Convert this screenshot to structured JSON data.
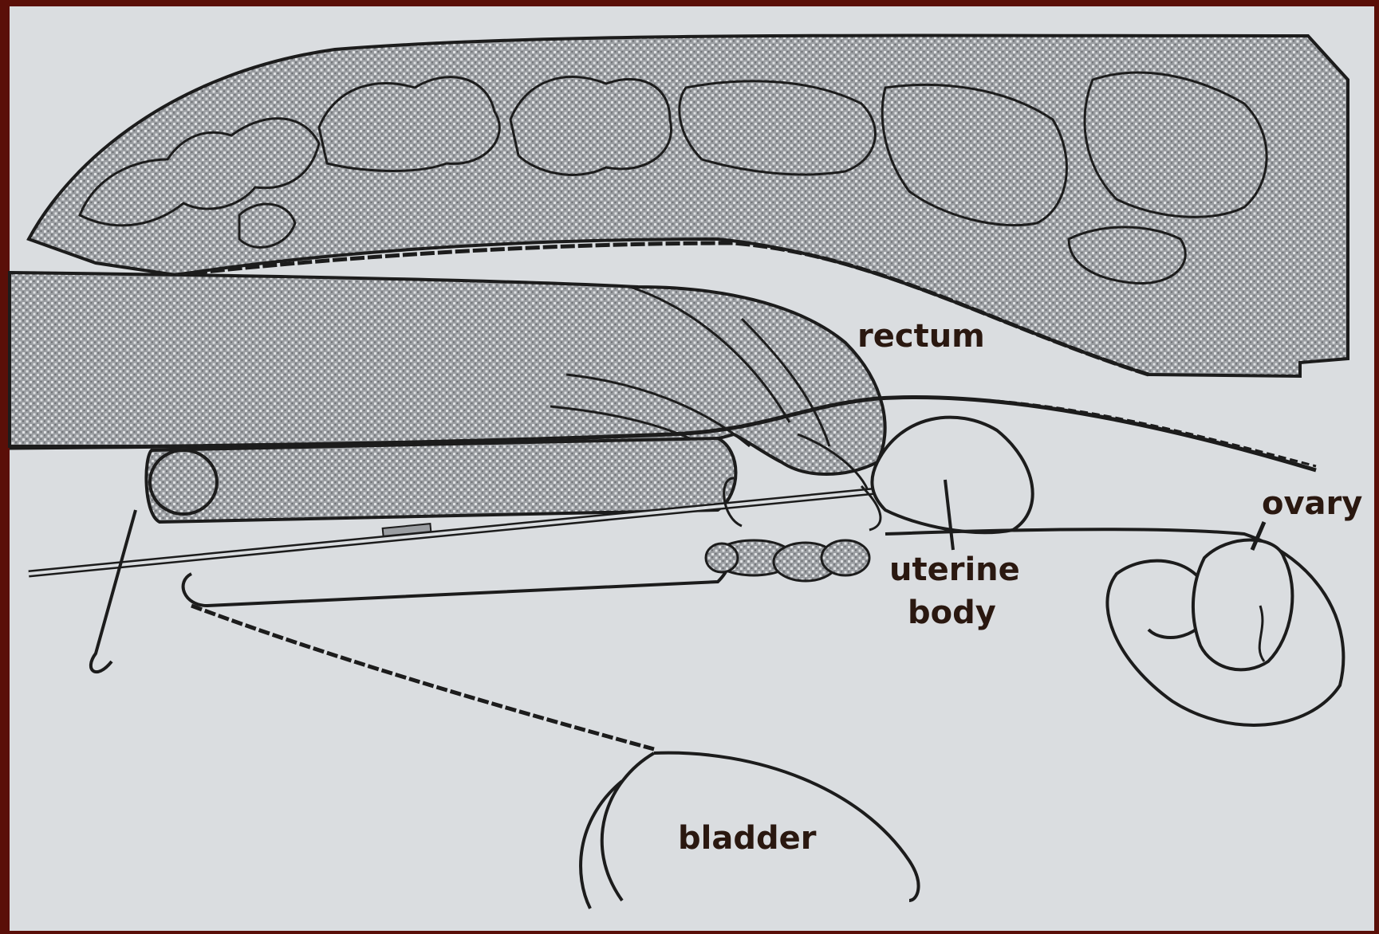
{
  "diagram": {
    "labels": {
      "rectum": "rectum",
      "uterine_line1": "uterine",
      "uterine_line2": "body",
      "ovary": "ovary",
      "bladder": "bladder"
    },
    "colors": {
      "frame": "#5a0f08",
      "paper": "#dadde0",
      "ink": "#1c1c1c",
      "label": "#2a1810",
      "stipple": "#8c8f93"
    }
  }
}
